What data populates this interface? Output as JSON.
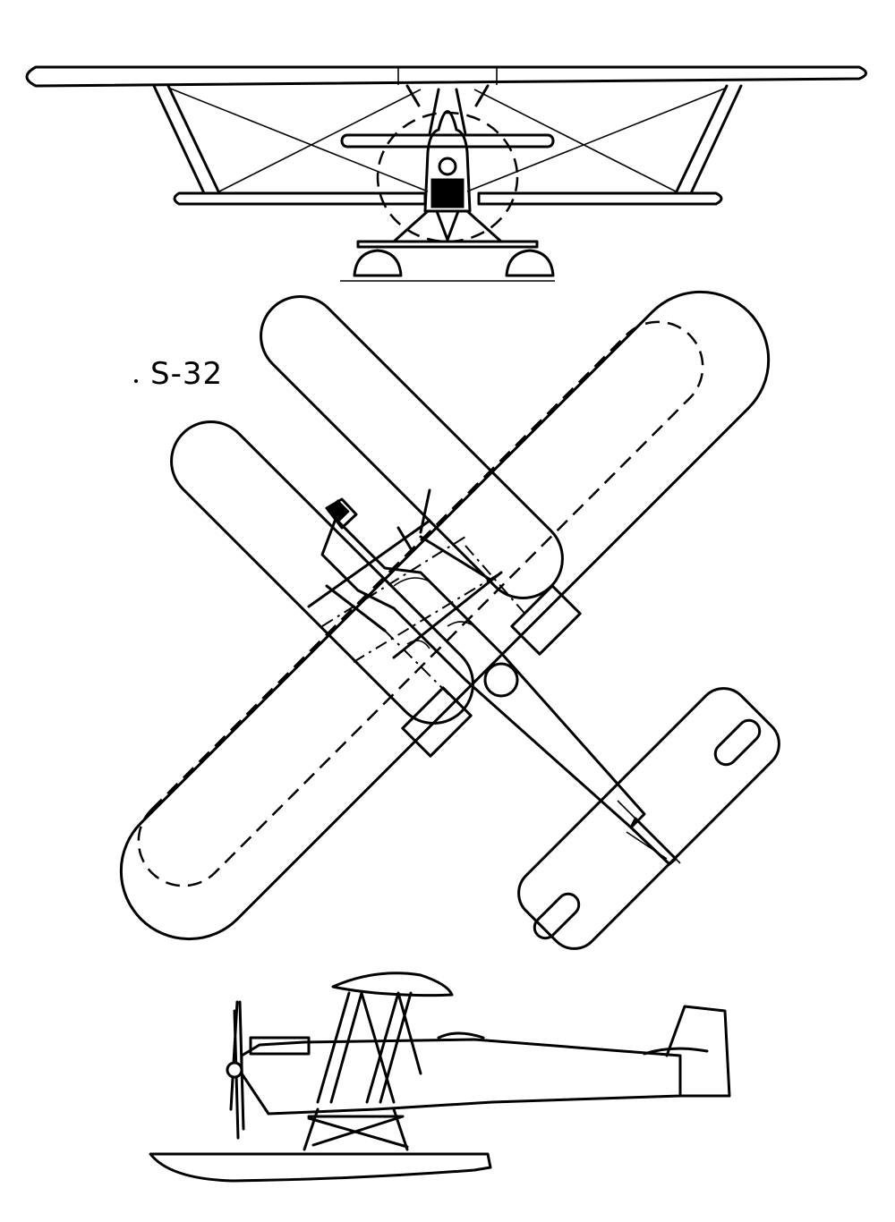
{
  "designation": "S-32",
  "views": [
    {
      "name": "front-view"
    },
    {
      "name": "top-view"
    },
    {
      "name": "side-view"
    }
  ],
  "colors": {
    "line": "#000000",
    "background": "#ffffff"
  }
}
